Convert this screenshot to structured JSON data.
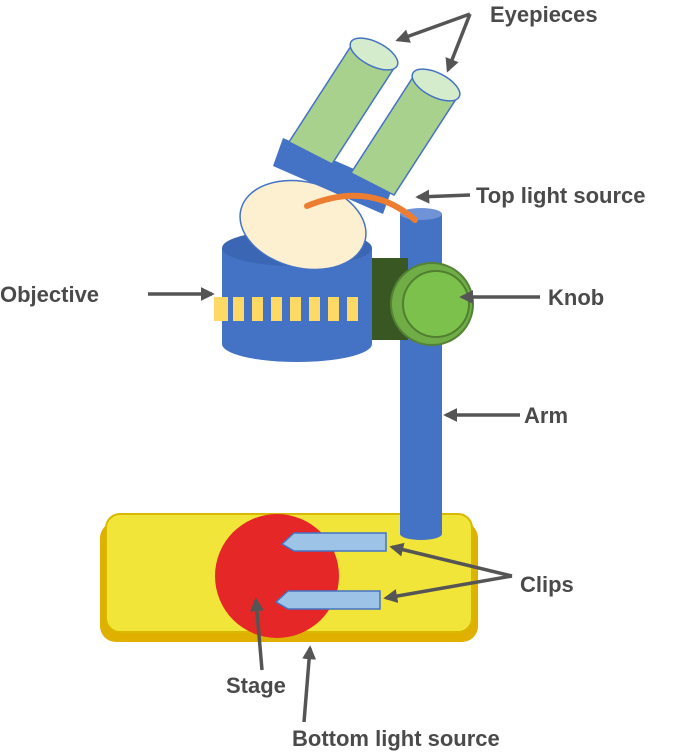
{
  "labels": {
    "eyepieces": "Eyepieces",
    "top_light": "Top light source",
    "objective": "Objective",
    "knob": "Knob",
    "arm": "Arm",
    "clips": "Clips",
    "stage": "Stage",
    "bottom_light": "Bottom light source"
  },
  "colors": {
    "base": "#f2e53a",
    "base_edge": "#e0b000",
    "stage": "#e52728",
    "clip": "#9dc3e6",
    "arm": "#4472c4",
    "eyepiece": "#a9d18e",
    "eyepiece_top": "#d5eccc",
    "light_disc": "#fdf0d0",
    "top_light_arc": "#ed7d31",
    "knob": "#70ad47",
    "knob_block": "#385723",
    "objective_stripes": "#ffd966",
    "label_text": "#4a4a4a",
    "arrows": "#555555"
  }
}
